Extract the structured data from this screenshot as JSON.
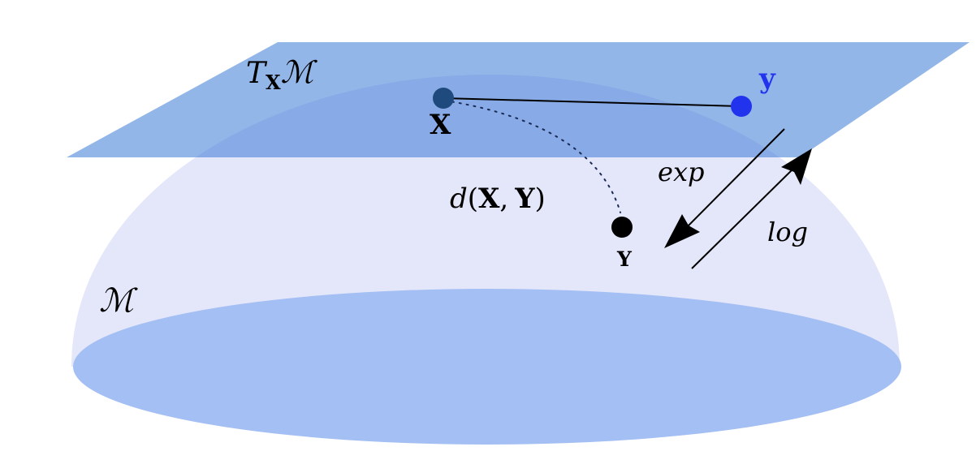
{
  "labels": {
    "tangent_space": {
      "symbol": "T",
      "subscript": "X",
      "manifold": "ℳ"
    },
    "point_X": "X",
    "point_y": "y",
    "point_Y": "Y",
    "distance": {
      "d": "d",
      "open": "(",
      "X": "X",
      "comma": ",",
      "Y": "Y",
      "close": ")"
    },
    "exp": "exp",
    "log": "log",
    "manifold": "ℳ"
  },
  "colors": {
    "tangent_plane": "#8db2e8",
    "dome": "#e4e6fa",
    "base_ellipse": "#a4bff3",
    "point_X": "#1f4a7d",
    "point_y": "#2233ee",
    "point_Y": "#000000",
    "label_y": "#2233ee"
  }
}
